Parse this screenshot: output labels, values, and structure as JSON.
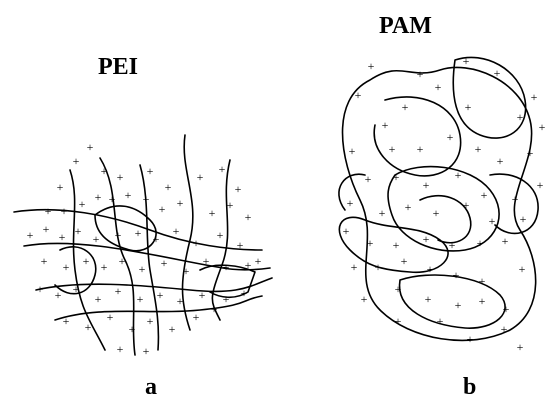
{
  "panels": {
    "left": {
      "title": "PEI",
      "caption": "a"
    },
    "right": {
      "title": "PAM",
      "caption": "b"
    }
  },
  "marker": "+"
}
